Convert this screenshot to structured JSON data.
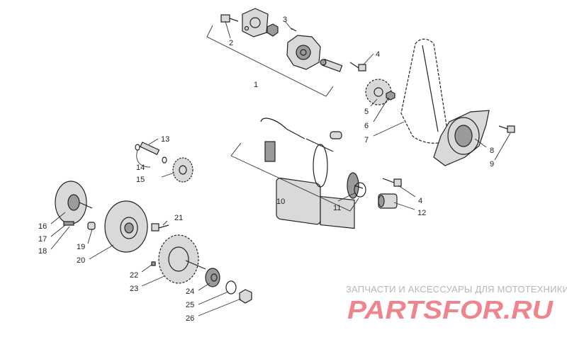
{
  "callouts": [
    {
      "label": "1"
    },
    {
      "label": "2"
    },
    {
      "label": "3"
    },
    {
      "label": "4"
    },
    {
      "label": "5"
    },
    {
      "label": "6"
    },
    {
      "label": "7"
    },
    {
      "label": "8"
    },
    {
      "label": "9"
    },
    {
      "label": "10"
    },
    {
      "label": "11"
    },
    {
      "label": "4"
    },
    {
      "label": "12"
    },
    {
      "label": "13"
    },
    {
      "label": "14"
    },
    {
      "label": "15"
    },
    {
      "label": "16"
    },
    {
      "label": "17"
    },
    {
      "label": "18"
    },
    {
      "label": "19"
    },
    {
      "label": "20"
    },
    {
      "label": "21"
    },
    {
      "label": "22"
    },
    {
      "label": "23"
    },
    {
      "label": "24"
    },
    {
      "label": "25"
    },
    {
      "label": "26"
    }
  ],
  "watermark": {
    "caption": "ЗАПЧАСТИ И АКСЕССУАРЫ ДЛЯ МОТОТЕХНИКИ",
    "logo_text": "PARTSFOR.RU",
    "color": "#e3212f"
  }
}
